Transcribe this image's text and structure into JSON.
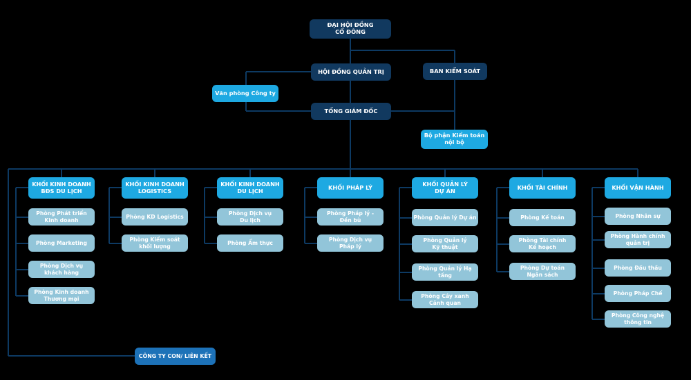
{
  "colors": {
    "background": "#000000",
    "executive_node": "#11395f",
    "division_node": "#1ea9e2",
    "department_node": "#92c5d9",
    "subsidiary_node": "#1d72b8",
    "connector": "#0d3a63",
    "text": "#ffffff"
  },
  "nodes": {
    "shareholders": "ĐẠI HỘI ĐỒNG\nCỔ ĐÔNG",
    "board": "HỘI ĐỒNG QUẢN TRỊ",
    "supervisory": "BAN KIỂM SOÁT",
    "company_office": "Văn phòng Công ty",
    "ceo": "TỔNG GIÁM ĐỐC",
    "internal_audit": "Bộ phận Kiểm toán\nnội bộ",
    "subsidiary": "CÔNG TY CON/ LIÊN KẾT"
  },
  "divisions": [
    {
      "title": "KHỐI KINH DOANH\nBĐS DU LỊCH",
      "departments": [
        "Phòng Phát triển\nKinh doanh",
        "Phòng Marketing",
        "Phòng Dịch vụ\nkhách hàng",
        "Phòng Kinh doanh\nThương mại"
      ]
    },
    {
      "title": "KHỐI KINH DOANH\nLOGISTICS",
      "departments": [
        "Phòng KD Logistics",
        "Phòng Kiểm soát\nkhối lượng"
      ]
    },
    {
      "title": "KHỐI KINH DOANH\nDU LỊCH",
      "departments": [
        "Phòng Dịch vụ\nDu lịch",
        "Phòng Ẩm thực"
      ]
    },
    {
      "title": "KHỐI PHÁP LÝ",
      "departments": [
        "Phòng Pháp lý -\nĐền bù",
        "Phòng Dịch vụ\nPháp lý"
      ]
    },
    {
      "title": "KHỐI QUẢN LÝ\nDỰ ÁN",
      "departments": [
        "Phòng Quản lý Dự án",
        "Phòng Quản lý\nKỹ thuật",
        "Phòng Quản lý Hạ tầng",
        "Phòng Cây xanh\nCảnh quan"
      ]
    },
    {
      "title": "KHỐI TÀI CHÍNH",
      "departments": [
        "Phòng Kế toán",
        "Phòng Tài chính\nKế hoạch",
        "Phòng Dự toán\nNgân sách"
      ]
    },
    {
      "title": "KHỐI VẬN HÀNH",
      "departments": [
        "Phòng Nhân sự",
        "Phòng Hành chính\nquản trị",
        "Phòng Đấu thầu",
        "Phòng Pháp Chế",
        "Phòng Công nghệ\nthông tin"
      ]
    }
  ]
}
